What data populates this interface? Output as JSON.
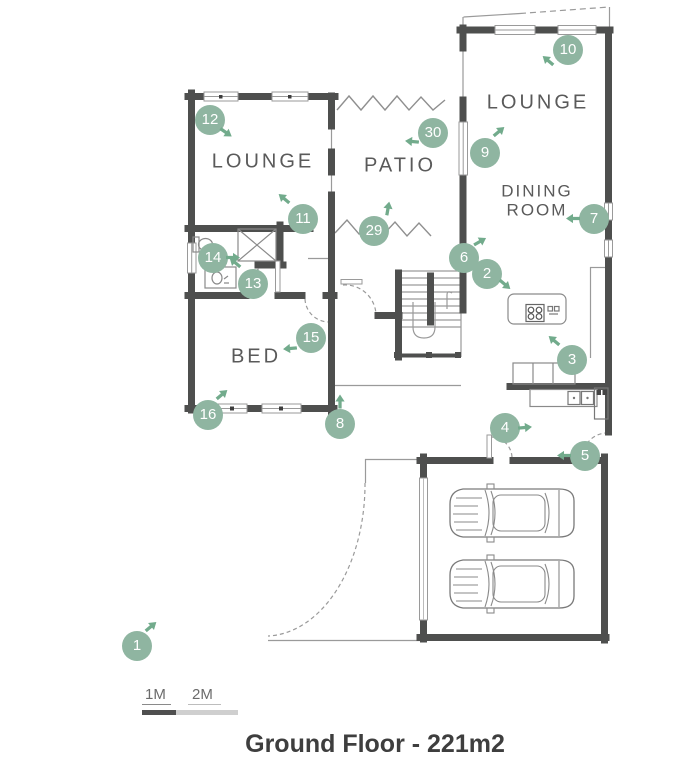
{
  "title": "Ground Floor - 221m2",
  "rooms": {
    "lounge_left": "LOUNGE",
    "patio": "PATIO",
    "lounge_right": "LOUNGE",
    "dining_room": "DINING ROOM",
    "bed": "BED"
  },
  "scale_bar": {
    "label_1m": "1M",
    "label_2m": "2M"
  },
  "markers": [
    {
      "label": "1"
    },
    {
      "label": "2"
    },
    {
      "label": "3"
    },
    {
      "label": "4"
    },
    {
      "label": "5"
    },
    {
      "label": "6"
    },
    {
      "label": "7"
    },
    {
      "label": "8"
    },
    {
      "label": "9"
    },
    {
      "label": "10"
    },
    {
      "label": "11"
    },
    {
      "label": "12"
    },
    {
      "label": "13"
    },
    {
      "label": "14"
    },
    {
      "label": "15"
    },
    {
      "label": "16"
    },
    {
      "label": "29"
    },
    {
      "label": "30"
    }
  ],
  "colors": {
    "marker_green": "#8fb5a1",
    "arrow_green": "#72ab8c",
    "wall_dark": "#4e4f4e",
    "line_gray": "#9a9a9a",
    "label_gray": "#5a5a5a",
    "title_dark": "#3e3e3e"
  }
}
